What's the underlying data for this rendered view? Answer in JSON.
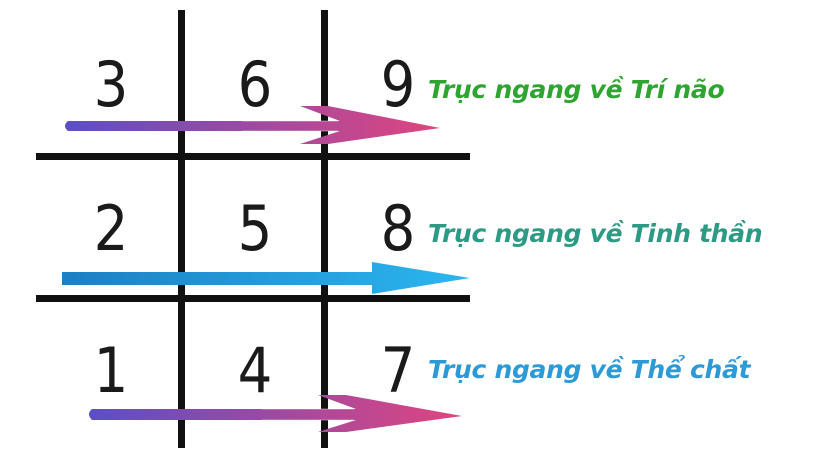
{
  "grid": {
    "rows": [
      {
        "cells": [
          "3",
          "6",
          "9"
        ],
        "label": "Trục ngang về Trí não",
        "label_color": "#2fa531",
        "arrow_style": "purple-pink"
      },
      {
        "cells": [
          "2",
          "5",
          "8"
        ],
        "label": "Trục ngang về Tinh thần",
        "label_color": "#2d9a86",
        "arrow_style": "blue"
      },
      {
        "cells": [
          "1",
          "4",
          "7"
        ],
        "label": "Trục ngang về Thể chất",
        "label_color": "#2c9ad6",
        "arrow_style": "purple-pink"
      }
    ]
  },
  "colors": {
    "purple": "#5b4fc4",
    "pink": "#e0457f",
    "blue_dark": "#1c7fc3",
    "blue_light": "#2bb6f0"
  }
}
